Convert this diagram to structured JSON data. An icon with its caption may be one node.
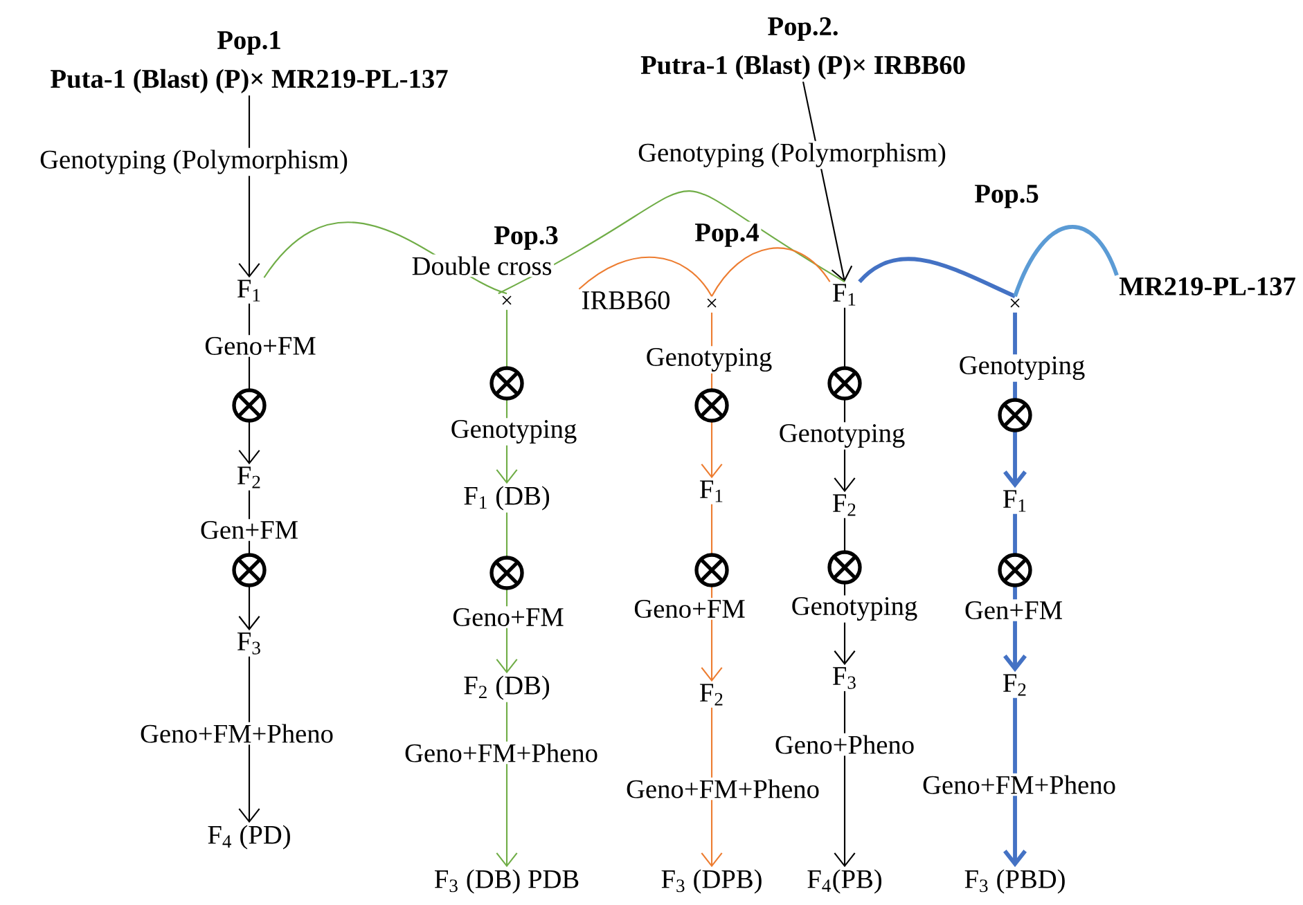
{
  "diagram": {
    "nodes": [
      {
        "text": [
          "Pop.1",
          "Puta-1 (Blast) (P)× MR219-PL-137"
        ]
      },
      {
        "text": [
          "F$_{1}$"
        ]
      },
      {
        "text": [
          "F$_{2}$"
        ]
      },
      {
        "text": [
          "F$_{3}$"
        ]
      },
      {
        "text": [
          "F$_{4}$ (PD)"
        ]
      },
      {
        "text": [
          "Pop.2.",
          "Putra-1 (Blast) (P)× IRBB60"
        ]
      },
      {
        "text": [
          "F$_{1}$"
        ]
      },
      {
        "text": [
          "F$_{2}$"
        ]
      },
      {
        "text": [
          "F$_{3}$"
        ]
      },
      {
        "text": [
          "F$_{4}$(PB)"
        ]
      },
      {
        "text": [
          "×"
        ],
        "beside": [
          "Pop.3",
          "Double cross"
        ]
      },
      {
        "text": [
          "F$_{1}$ (DB)"
        ]
      },
      {
        "text": [
          "F$_{2}$ (DB)"
        ]
      },
      {
        "text": [
          "F$_{3}$ (DB) PDB"
        ]
      },
      {
        "text": [
          "IRBB60"
        ]
      },
      {
        "text": [
          "×"
        ],
        "beside": [
          "Pop.4"
        ]
      },
      {
        "text": [
          "F$_{1}$"
        ]
      },
      {
        "text": [
          "F$_{2}$"
        ]
      },
      {
        "text": [
          "F$_{3}$ (DPB)"
        ]
      },
      {
        "text": [
          "×"
        ],
        "beside": [
          "Pop.5"
        ]
      },
      {
        "text": [
          "MR219-PL-137"
        ]
      },
      {
        "text": [
          "F$_{1}$"
        ]
      },
      {
        "text": [
          "F$_{2}$"
        ]
      },
      {
        "text": [
          "F$_{3}$ (PBD)"
        ]
      }
    ],
    "edges": [
      {
        "from": 0,
        "to": 1,
        "arrow": "to",
        "label": "Genotyping (Polymorphism)"
      },
      {
        "from": 1,
        "to": 2,
        "arrow": "to",
        "label": "Geno+FM"
      },
      {
        "from": 2,
        "to": 3,
        "arrow": "to",
        "label": "Gen+FM"
      },
      {
        "from": 3,
        "to": 4,
        "arrow": "to",
        "label": "Geno+FM+Pheno"
      },
      {
        "from": 5,
        "to": 6,
        "arrow": "to",
        "label": "Genotyping (Polymorphism)"
      },
      {
        "from": 6,
        "to": 7,
        "arrow": "to",
        "label": "Genotyping"
      },
      {
        "from": 7,
        "to": 8,
        "arrow": "to",
        "label": "Genotyping"
      },
      {
        "from": 8,
        "to": 9,
        "arrow": "to",
        "label": "Geno+Pheno"
      },
      {
        "from": 1,
        "to": 10,
        "arrow": "none",
        "color": "#70ad47"
      },
      {
        "from": 6,
        "to": 10,
        "arrow": "none",
        "color": "#70ad47"
      },
      {
        "from": 10,
        "to": 11,
        "arrow": "to",
        "label": "Genotyping",
        "color": "#70ad47"
      },
      {
        "from": 11,
        "to": 12,
        "arrow": "to",
        "label": "Geno+FM",
        "color": "#70ad47"
      },
      {
        "from": 12,
        "to": 13,
        "arrow": "to",
        "label": "Geno+FM+Pheno",
        "color": "#70ad47"
      },
      {
        "from": 14,
        "to": 15,
        "arrow": "none",
        "color": "#ed7d31"
      },
      {
        "from": 6,
        "to": 15,
        "arrow": "none",
        "color": "#ed7d31"
      },
      {
        "from": 15,
        "to": 16,
        "arrow": "to",
        "label": "Genotyping",
        "color": "#ed7d31"
      },
      {
        "from": 16,
        "to": 17,
        "arrow": "to",
        "label": "Geno+FM",
        "color": "#ed7d31"
      },
      {
        "from": 17,
        "to": 18,
        "arrow": "to",
        "label": "Geno+FM+Pheno",
        "color": "#ed7d31"
      },
      {
        "from": 6,
        "to": 19,
        "arrow": "none",
        "style": "thick",
        "color": "#4472c4"
      },
      {
        "from": 20,
        "to": 19,
        "arrow": "none",
        "style": "thick",
        "color": "#5b9bd5"
      },
      {
        "from": 19,
        "to": 21,
        "arrow": "to",
        "label": "Genotyping",
        "style": "thick",
        "color": "#4472c4"
      },
      {
        "from": 21,
        "to": 22,
        "arrow": "to",
        "label": "Gen+FM",
        "style": "thick",
        "color": "#4472c4"
      },
      {
        "from": 22,
        "to": 23,
        "arrow": "to",
        "label": "Geno+FM+Pheno",
        "style": "thick",
        "color": "#4472c4"
      }
    ]
  }
}
